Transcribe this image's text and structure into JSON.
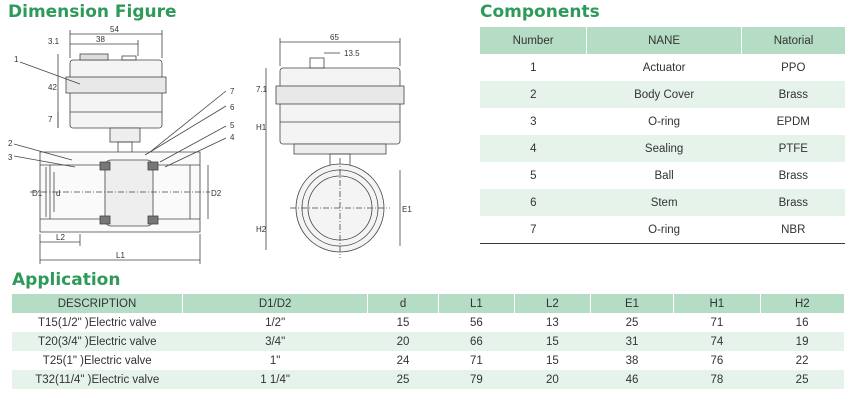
{
  "titles": {
    "dimension": "Dimension Figure",
    "components": "Components",
    "application": "Application"
  },
  "figure": {
    "dims_top": [
      "54",
      "38",
      "65",
      "13.5"
    ],
    "dims_side": [
      "3.1",
      "42",
      "7",
      "7.1",
      "H1",
      "H2",
      "E1"
    ],
    "dims_body": [
      "D1",
      "d",
      "D2",
      "L2",
      "L1"
    ],
    "callouts": [
      "1",
      "2",
      "3",
      "4",
      "5",
      "6",
      "7"
    ]
  },
  "components": {
    "headers": [
      "Number",
      "NANE",
      "Natorial"
    ],
    "rows": [
      [
        "1",
        "Actuator",
        "PPO"
      ],
      [
        "2",
        "Body Cover",
        "Brass"
      ],
      [
        "3",
        "O-ring",
        "EPDM"
      ],
      [
        "4",
        "Sealing",
        "PTFE"
      ],
      [
        "5",
        "Ball",
        "Brass"
      ],
      [
        "6",
        "Stem",
        "Brass"
      ],
      [
        "7",
        "O-ring",
        "NBR"
      ]
    ]
  },
  "application": {
    "headers": [
      "DESCRIPTION",
      "D1/D2",
      "d",
      "L1",
      "L2",
      "E1",
      "H1",
      "H2"
    ],
    "rows": [
      [
        "T15(1/2\"  )Electric valve",
        "1/2\"",
        "15",
        "56",
        "13",
        "25",
        "71",
        "16"
      ],
      [
        "T20(3/4\"  )Electric valve",
        "3/4\"",
        "20",
        "66",
        "15",
        "31",
        "74",
        "19"
      ],
      [
        "T25(1\"  )Electric valve",
        "1\"",
        "24",
        "71",
        "15",
        "38",
        "76",
        "22"
      ],
      [
        "T32(11/4\"  )Electric valve",
        "1 1/4\"",
        "25",
        "79",
        "20",
        "46",
        "78",
        "25"
      ]
    ]
  }
}
